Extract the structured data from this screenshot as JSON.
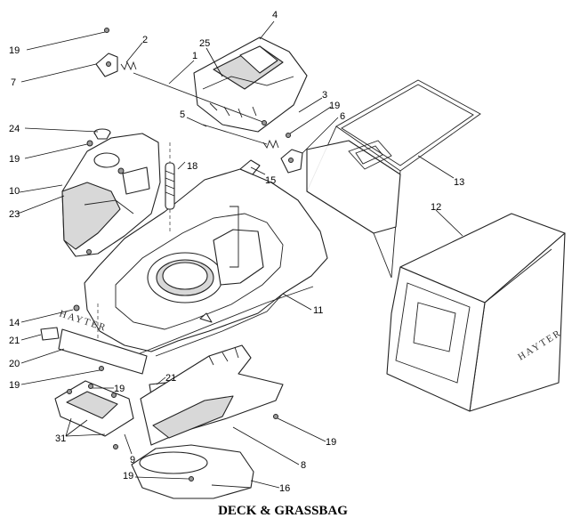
{
  "diagram": {
    "caption": "DECK & GRASSBAG",
    "brand_marks": [
      "HAYTER",
      "HAYTER"
    ],
    "callouts": [
      {
        "id": "c19a",
        "label": "19"
      },
      {
        "id": "c2",
        "label": "2"
      },
      {
        "id": "c4",
        "label": "4"
      },
      {
        "id": "c25",
        "label": "25"
      },
      {
        "id": "c1",
        "label": "1"
      },
      {
        "id": "c7",
        "label": "7"
      },
      {
        "id": "c3",
        "label": "3"
      },
      {
        "id": "c19b",
        "label": "19"
      },
      {
        "id": "c5",
        "label": "5"
      },
      {
        "id": "c6",
        "label": "6"
      },
      {
        "id": "c24",
        "label": "24"
      },
      {
        "id": "c19c",
        "label": "19"
      },
      {
        "id": "c18",
        "label": "18"
      },
      {
        "id": "c15",
        "label": "15"
      },
      {
        "id": "c13",
        "label": "13"
      },
      {
        "id": "c10",
        "label": "10"
      },
      {
        "id": "c23",
        "label": "23"
      },
      {
        "id": "c12",
        "label": "12"
      },
      {
        "id": "c11",
        "label": "11"
      },
      {
        "id": "c14",
        "label": "14"
      },
      {
        "id": "c21a",
        "label": "21"
      },
      {
        "id": "c20",
        "label": "20"
      },
      {
        "id": "c21b",
        "label": "21"
      },
      {
        "id": "c19d",
        "label": "19"
      },
      {
        "id": "c19e",
        "label": "19"
      },
      {
        "id": "c31",
        "label": "31"
      },
      {
        "id": "c9",
        "label": "9"
      },
      {
        "id": "c8",
        "label": "8"
      },
      {
        "id": "c19f",
        "label": "19"
      },
      {
        "id": "c19g",
        "label": "19"
      },
      {
        "id": "c16",
        "label": "16"
      }
    ]
  }
}
